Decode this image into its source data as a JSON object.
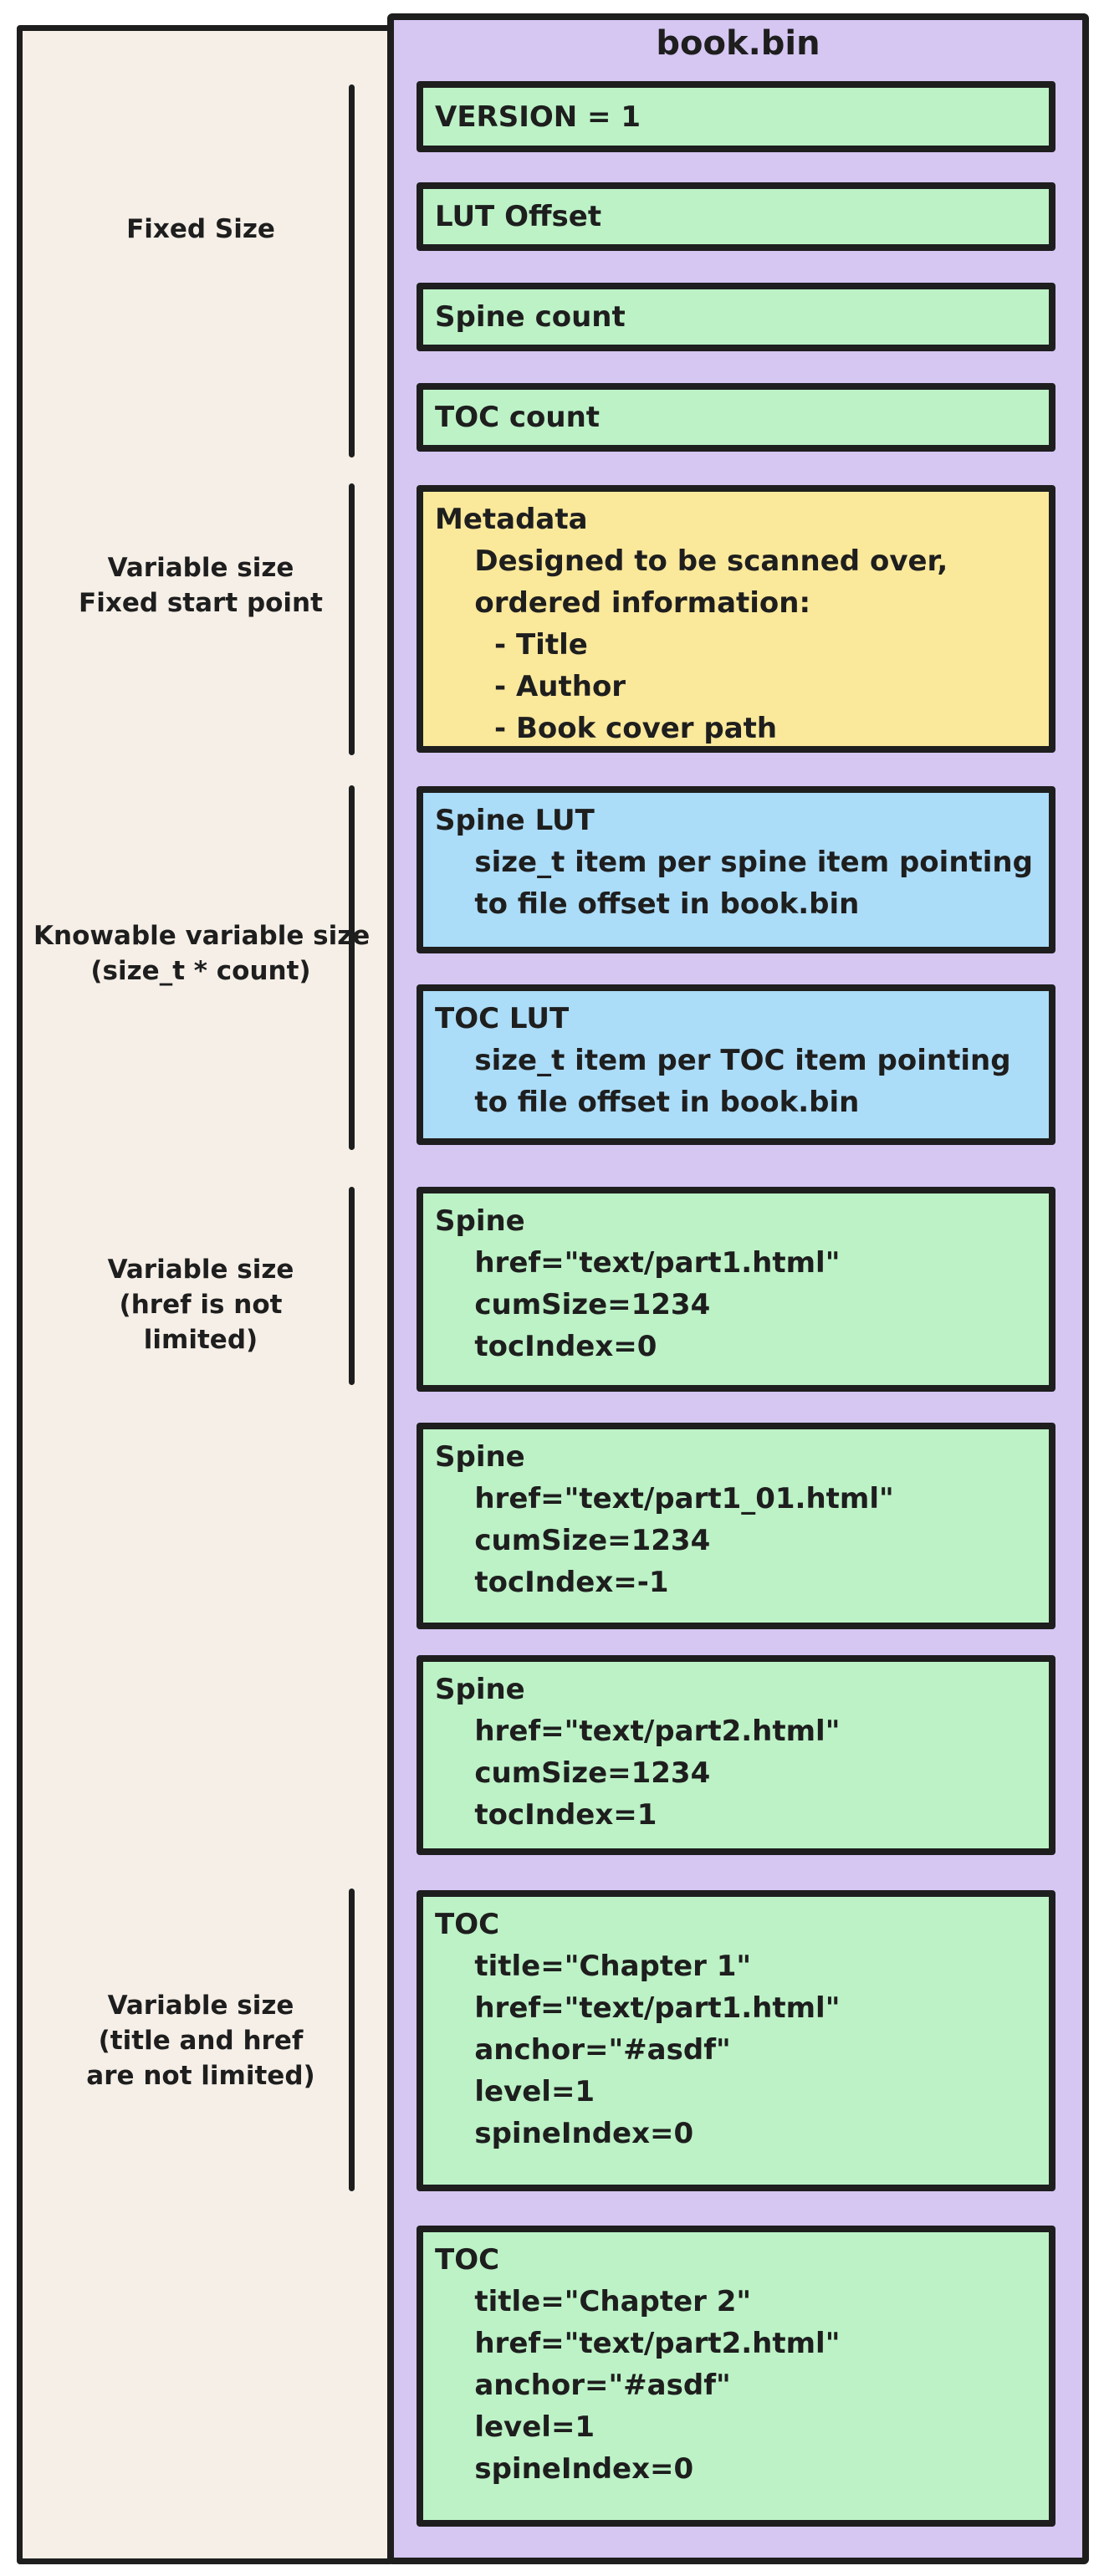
{
  "diagram": {
    "title": "book.bin",
    "colors": {
      "stroke": "#1e1e1e",
      "panel_bg": "#f5efe7",
      "container_bg": "#d5c6f2",
      "green": "#bcf2c6",
      "yellow": "#fae89b",
      "blue": "#abdcf8"
    },
    "side_sections": [
      {
        "id": "fixed-size",
        "label_lines": [
          "Fixed Size"
        ]
      },
      {
        "id": "variable-size-fixed-start",
        "label_lines": [
          "Variable size",
          "Fixed start point"
        ]
      },
      {
        "id": "knowable-variable-size",
        "label_lines": [
          "Knowable variable size",
          "(size_t * count)"
        ]
      },
      {
        "id": "variable-size-href",
        "label_lines": [
          "Variable size",
          "(href is not",
          "limited)"
        ]
      },
      {
        "id": "variable-size-title-href",
        "label_lines": [
          "Variable size",
          "(title and href",
          "are not limited)"
        ]
      }
    ],
    "boxes": [
      {
        "id": "version",
        "color": "green",
        "lines": [
          "VERSION = 1"
        ]
      },
      {
        "id": "lut-offset",
        "color": "green",
        "lines": [
          "LUT Offset"
        ]
      },
      {
        "id": "spine-count",
        "color": "green",
        "lines": [
          "Spine count"
        ]
      },
      {
        "id": "toc-count",
        "color": "green",
        "lines": [
          "TOC count"
        ]
      },
      {
        "id": "metadata",
        "color": "yellow",
        "lines": [
          "Metadata",
          "    Designed to be scanned over,",
          "    ordered information:",
          "      - Title",
          "      - Author",
          "      - Book cover path"
        ]
      },
      {
        "id": "spine-lut",
        "color": "blue",
        "lines": [
          "Spine LUT",
          "    size_t item per spine item pointing",
          "    to file offset in book.bin"
        ]
      },
      {
        "id": "toc-lut",
        "color": "blue",
        "lines": [
          "TOC LUT",
          "    size_t item per TOC item pointing",
          "    to file offset in book.bin"
        ]
      },
      {
        "id": "spine-1",
        "color": "green",
        "lines": [
          "Spine",
          "    href=\"text/part1.html\"",
          "    cumSize=1234",
          "    tocIndex=0"
        ]
      },
      {
        "id": "spine-2",
        "color": "green",
        "lines": [
          "Spine",
          "    href=\"text/part1_01.html\"",
          "    cumSize=1234",
          "    tocIndex=-1"
        ]
      },
      {
        "id": "spine-3",
        "color": "green",
        "lines": [
          "Spine",
          "    href=\"text/part2.html\"",
          "    cumSize=1234",
          "    tocIndex=1"
        ]
      },
      {
        "id": "toc-1",
        "color": "green",
        "lines": [
          "TOC",
          "    title=\"Chapter 1\"",
          "    href=\"text/part1.html\"",
          "    anchor=\"#asdf\"",
          "    level=1",
          "    spineIndex=0"
        ]
      },
      {
        "id": "toc-2",
        "color": "green",
        "lines": [
          "TOC",
          "    title=\"Chapter 2\"",
          "    href=\"text/part2.html\"",
          "    anchor=\"#asdf\"",
          "    level=1",
          "    spineIndex=0"
        ]
      }
    ]
  }
}
